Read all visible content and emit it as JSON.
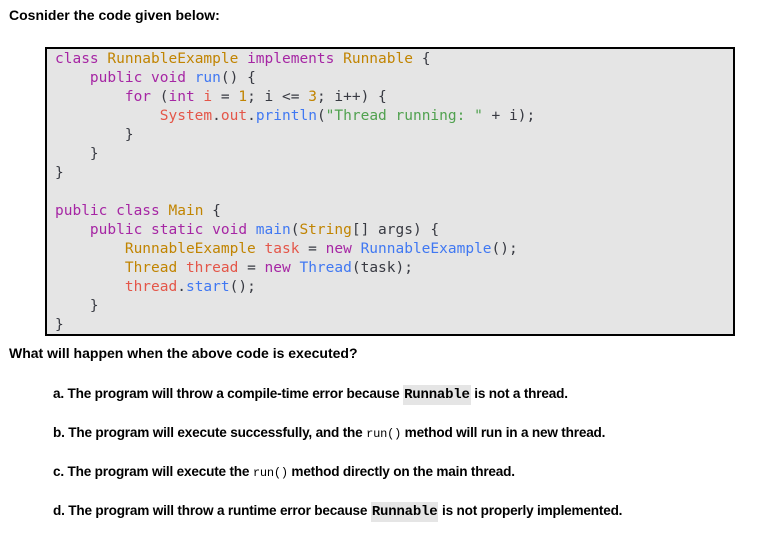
{
  "title": "Cosnider the code given below:",
  "code": [
    [
      [
        "class ",
        "kw"
      ],
      [
        "RunnableExample ",
        "cls"
      ],
      [
        "implements ",
        "kw"
      ],
      [
        "Runnable ",
        "cls"
      ],
      [
        "{",
        "p"
      ]
    ],
    [
      [
        "    ",
        "p"
      ],
      [
        "public void ",
        "kw"
      ],
      [
        "run",
        "fn"
      ],
      [
        "() {",
        "p"
      ]
    ],
    [
      [
        "        ",
        "p"
      ],
      [
        "for ",
        "kw"
      ],
      [
        "(",
        "p"
      ],
      [
        "int ",
        "kw"
      ],
      [
        "i",
        "var"
      ],
      [
        " = ",
        "p"
      ],
      [
        "1",
        "num"
      ],
      [
        "; i <= ",
        "p"
      ],
      [
        "3",
        "num"
      ],
      [
        "; i++) {",
        "p"
      ]
    ],
    [
      [
        "            ",
        "p"
      ],
      [
        "System",
        "var"
      ],
      [
        ".",
        "p"
      ],
      [
        "out",
        "var"
      ],
      [
        ".",
        "p"
      ],
      [
        "println",
        "fn"
      ],
      [
        "(",
        "p"
      ],
      [
        "\"Thread running: \"",
        "str"
      ],
      [
        " + i);",
        "p"
      ]
    ],
    [
      [
        "        }",
        "p"
      ]
    ],
    [
      [
        "    }",
        "p"
      ]
    ],
    [
      [
        "}",
        "p"
      ]
    ],
    [],
    [
      [
        "public class ",
        "kw"
      ],
      [
        "Main ",
        "cls"
      ],
      [
        "{",
        "p"
      ]
    ],
    [
      [
        "    ",
        "p"
      ],
      [
        "public static void ",
        "kw"
      ],
      [
        "main",
        "fn"
      ],
      [
        "(",
        "p"
      ],
      [
        "String",
        "cls"
      ],
      [
        "[] args) {",
        "p"
      ]
    ],
    [
      [
        "        ",
        "p"
      ],
      [
        "RunnableExample ",
        "cls"
      ],
      [
        "task",
        "var"
      ],
      [
        " = ",
        "p"
      ],
      [
        "new ",
        "kw"
      ],
      [
        "RunnableExample",
        "fn"
      ],
      [
        "();",
        "p"
      ]
    ],
    [
      [
        "        ",
        "p"
      ],
      [
        "Thread ",
        "cls"
      ],
      [
        "thread",
        "var"
      ],
      [
        " = ",
        "p"
      ],
      [
        "new ",
        "kw"
      ],
      [
        "Thread",
        "fn"
      ],
      [
        "(task);",
        "p"
      ]
    ],
    [
      [
        "        ",
        "p"
      ],
      [
        "thread",
        "var"
      ],
      [
        ".",
        "p"
      ],
      [
        "start",
        "fn"
      ],
      [
        "();",
        "p"
      ]
    ],
    [
      [
        "    }",
        "p"
      ]
    ],
    [
      [
        "}",
        "p"
      ]
    ]
  ],
  "question": "What will happen when the above code is executed?",
  "options": [
    {
      "label": "a.",
      "before": "The program will throw a compile-time error because ",
      "code": "Runnable",
      "code_style": "highlight",
      "after": " is not a thread."
    },
    {
      "label": "b.",
      "before": "The program will execute successfully, and the ",
      "code": "run()",
      "code_style": "small",
      "after": " method will run in a new thread."
    },
    {
      "label": "c.",
      "before": "The program will execute the ",
      "code": "run()",
      "code_style": "small",
      "after": " method directly on the main thread."
    },
    {
      "label": "d.",
      "before": "The program will throw a runtime error because ",
      "code": "Runnable",
      "code_style": "highlight",
      "after": " is not properly implemented."
    }
  ]
}
